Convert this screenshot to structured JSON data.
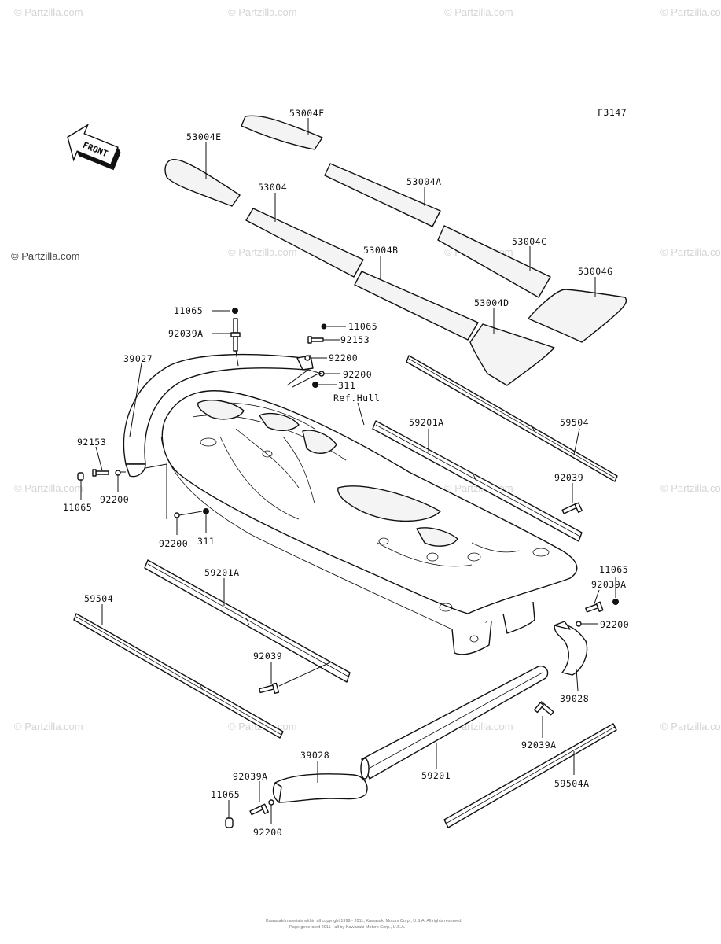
{
  "watermark": {
    "faint": "© Partzilla.com",
    "main": "© Partzilla.com"
  },
  "figure_code": "F3147",
  "front_label": "FRONT",
  "ref_label": "Ref.Hull",
  "footer": {
    "line1": "Kawasaki materials within all copyright 1999 - 2011, Kawasaki Motors Corp., U.S.A. All rights reserved.",
    "line2": "Page generated 2011 - all by Kawasaki Motors Corp., U.S.A."
  },
  "parts": {
    "mat_e": "53004E",
    "mat_f": "53004F",
    "mat_base": "53004",
    "mat_a": "53004A",
    "mat_b": "53004B",
    "mat_c": "53004C",
    "mat_d": "53004D",
    "mat_g": "53004G",
    "cap_1": "11065",
    "rivet_1": "92039A",
    "guard_1": "39027",
    "cap_2": "11065",
    "screw_1": "92153",
    "washer_1": "92200",
    "washer_2": "92200",
    "nut_1": "311",
    "screw_2": "92153",
    "cap_3": "11065",
    "washer_3": "92200",
    "washer_4": "92200",
    "nut_2": "311",
    "strip_1": "59201A",
    "strip_2": "59504",
    "rivet_2": "92039",
    "strip_3": "59201A",
    "strip_4": "59504",
    "rivet_3": "92039",
    "cap_4": "11065",
    "rivet_4": "92039A",
    "washer_5": "92200",
    "guard_2": "39028",
    "rivet_5": "92039A",
    "strip_5": "59201",
    "guard_3": "39028",
    "strip_6": "59504A",
    "rivet_6": "92039A",
    "cap_5": "11065",
    "washer_6": "92200"
  }
}
